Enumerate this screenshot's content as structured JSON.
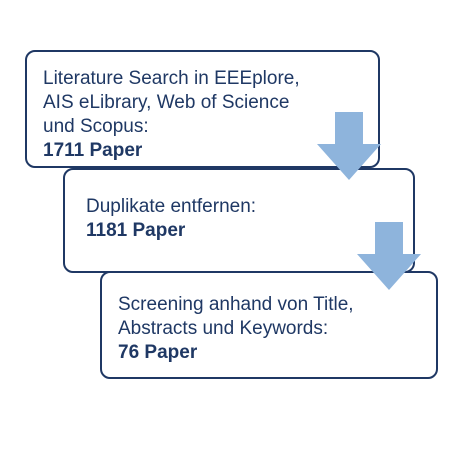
{
  "steps": [
    {
      "lines": [
        "Literature Search in EEEplore,",
        "AIS eLibrary, Web of Science",
        "und Scopus:"
      ],
      "count": "1711 Paper"
    },
    {
      "lines": [
        "Duplikate entfernen:"
      ],
      "count": "1181 Paper"
    },
    {
      "lines": [
        "Screening anhand von Title,",
        "Abstracts und Keywords:"
      ],
      "count": "76 Paper"
    }
  ],
  "colors": {
    "text": "#1f3864",
    "border": "#1f3864",
    "arrow": "#8eb4dc"
  },
  "icons": [
    "arrow-down-icon",
    "arrow-down-icon"
  ]
}
